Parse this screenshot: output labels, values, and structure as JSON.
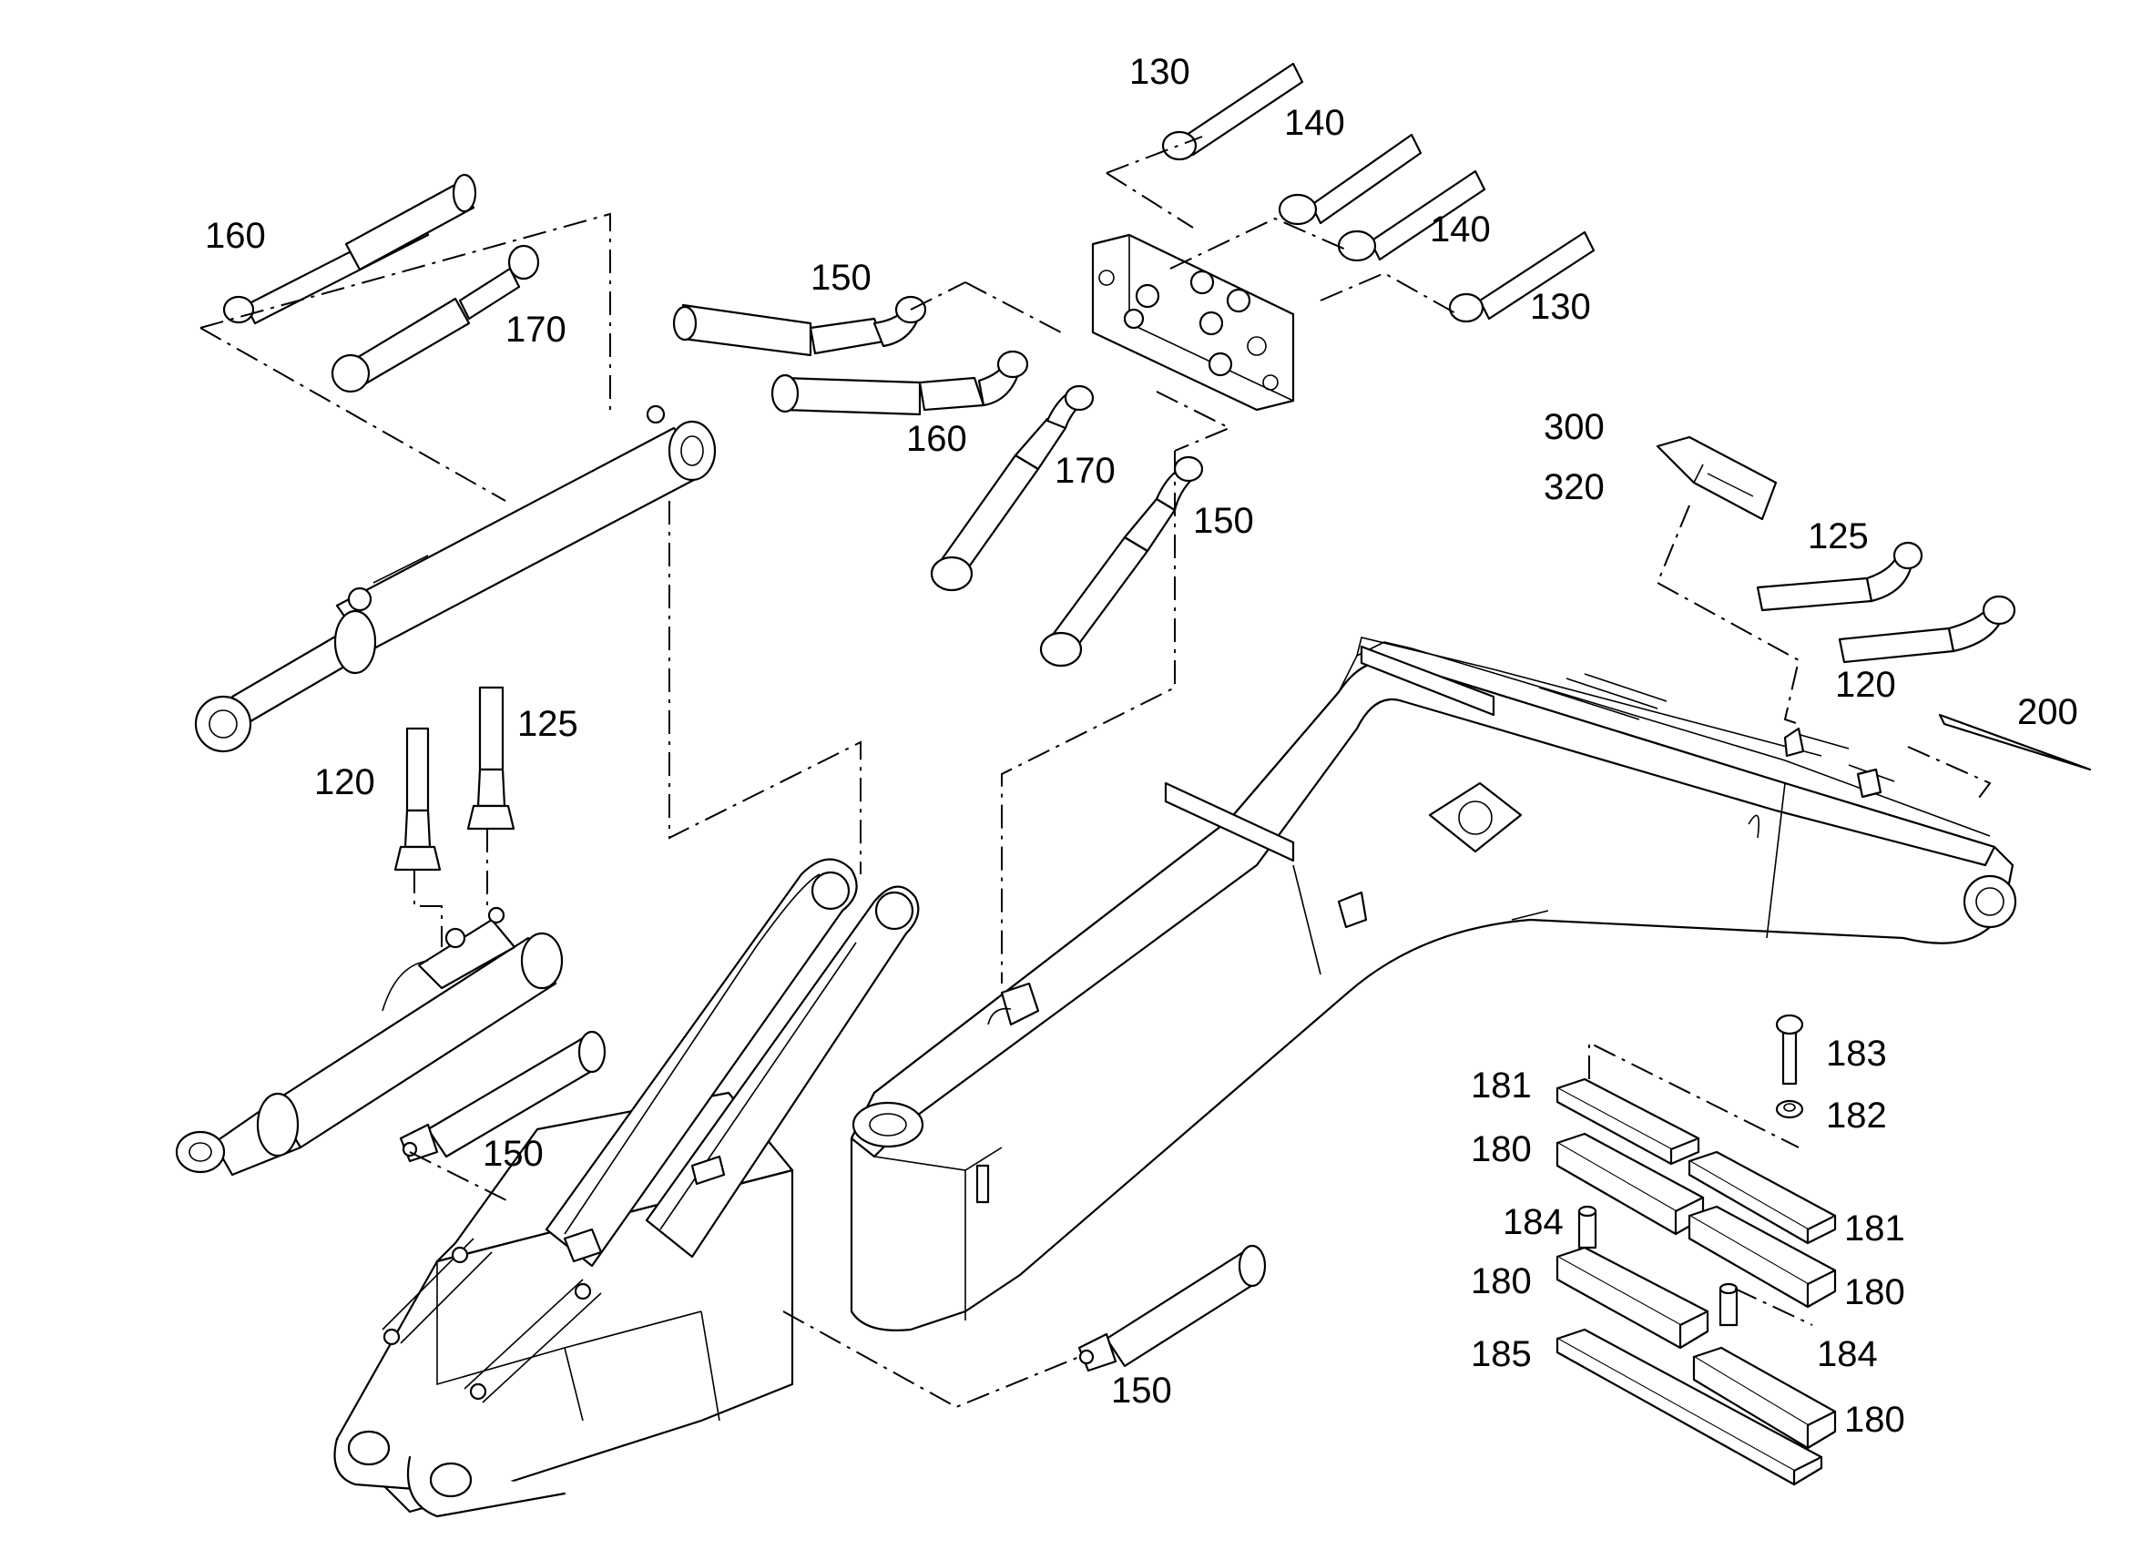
{
  "diagram": {
    "callouts": {
      "c130a": "130",
      "c140a": "140",
      "c140b": "140",
      "c130b": "130",
      "c160a": "160",
      "c170a": "170",
      "c150a": "150",
      "c160b": "160",
      "c170b": "170",
      "c150b": "150",
      "c300": "300",
      "c320": "320",
      "c125a": "125",
      "c120a": "120",
      "c200": "200",
      "c125b": "125",
      "c120b": "120",
      "c150c": "150",
      "c150d": "150",
      "c183": "183",
      "c182": "182",
      "c181a": "181",
      "c180a": "180",
      "c184a": "184",
      "c181b": "181",
      "c180b": "180",
      "c180c": "180",
      "c184b": "184",
      "c185": "185",
      "c180d": "180"
    }
  }
}
